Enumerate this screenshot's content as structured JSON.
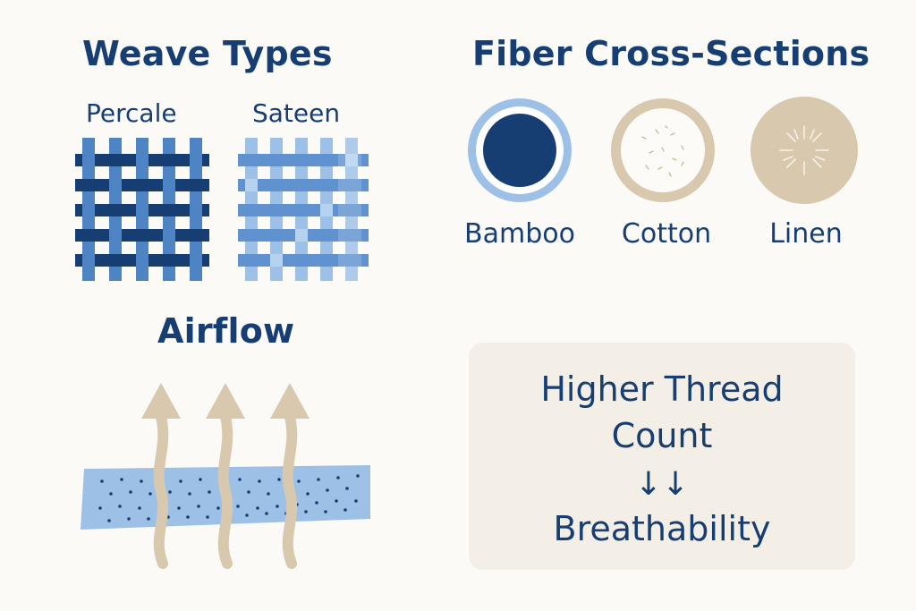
{
  "sections": {
    "weave": {
      "title": "Weave Types",
      "items": [
        {
          "label": "Percale",
          "icon": "percale-weave-icon"
        },
        {
          "label": "Sateen",
          "icon": "sateen-weave-icon"
        }
      ]
    },
    "fibers": {
      "title": "Fiber Cross-Sections",
      "items": [
        {
          "label": "Bamboo",
          "icon": "bamboo-fiber-icon"
        },
        {
          "label": "Cotton",
          "icon": "cotton-fiber-icon"
        },
        {
          "label": "Linen",
          "icon": "linen-fiber-icon"
        }
      ]
    },
    "airflow": {
      "title": "Airflow",
      "icon": "airflow-arrows-icon"
    },
    "relation": {
      "line1": "Higher Thread",
      "line2": "Count",
      "arrows": "↓↓",
      "line3": "Breathability"
    }
  },
  "colors": {
    "navy": "#173e72",
    "blue": "#4f84c4",
    "light_blue": "#9dc1e6",
    "beige": "#d8c8ad",
    "card_bg": "#f4efe6",
    "background": "#fbfaf7"
  }
}
